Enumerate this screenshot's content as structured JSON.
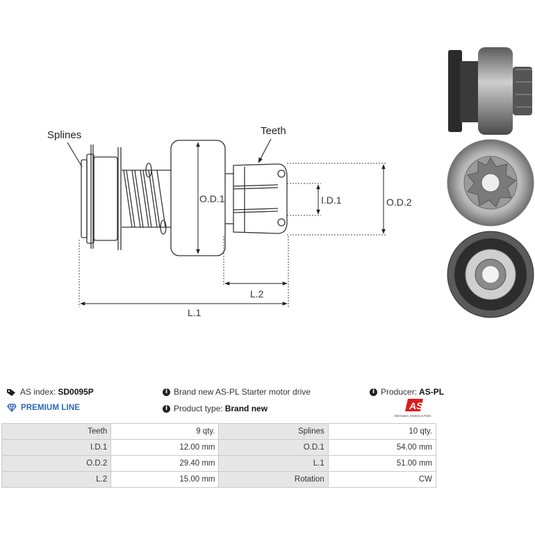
{
  "drawing": {
    "splines_label": "Splines",
    "teeth_label": "Teeth",
    "od1_label": "O.D.1",
    "id1_label": "I.D.1",
    "od2_label": "O.D.2",
    "l2_label": "L.2",
    "l1_label": "L.1"
  },
  "info": {
    "as_index_label": "AS index:",
    "as_index_value": "SD0095P",
    "premium_line": "PREMIUM LINE",
    "description": "Brand new AS-PL Starter motor drive",
    "product_type_label": "Product type:",
    "product_type_value": "Brand new",
    "producer_label": "Producer:",
    "producer_value": "AS-PL",
    "logo_text": "AS",
    "logo_tagline": "Alternators, Starters & Parts"
  },
  "specs": [
    {
      "k1": "Teeth",
      "v1": "9 qty.",
      "k2": "Splines",
      "v2": "10 qty."
    },
    {
      "k1": "I.D.1",
      "v1": "12.00 mm",
      "k2": "O.D.1",
      "v2": "54.00 mm"
    },
    {
      "k1": "O.D.2",
      "v1": "29.40 mm",
      "k2": "L.1",
      "v2": "51.00 mm"
    },
    {
      "k1": "L.2",
      "v1": "15.00 mm",
      "k2": "Rotation",
      "v2": "CW"
    }
  ]
}
